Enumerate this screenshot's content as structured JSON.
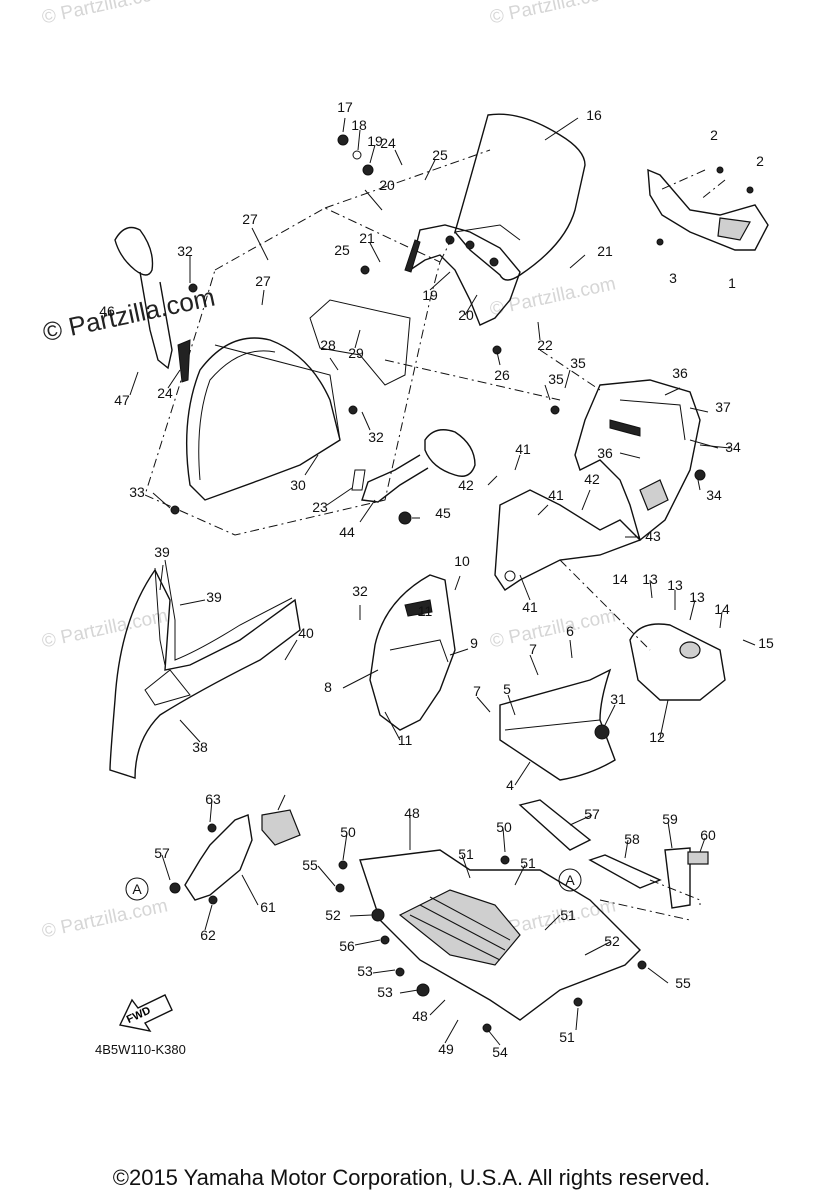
{
  "watermark": {
    "text": "© Partzilla.com",
    "text_big": "© Partzilla.com"
  },
  "diagram": {
    "code": "4B5W110-K380",
    "fwd_label": "FWD",
    "section_marker": "A"
  },
  "footer": {
    "copyright": "©2015 Yamaha Motor Corporation, U.S.A. All rights reserved."
  },
  "callouts": [
    "1",
    "2",
    "2",
    "3",
    "4",
    "5",
    "6",
    "7",
    "7",
    "8",
    "9",
    "10",
    "11",
    "11",
    "12",
    "13",
    "13",
    "13",
    "14",
    "14",
    "15",
    "16",
    "17",
    "18",
    "19",
    "19",
    "20",
    "20",
    "21",
    "21",
    "22",
    "23",
    "24",
    "24",
    "25",
    "25",
    "26",
    "27",
    "27",
    "28",
    "29",
    "30",
    "31",
    "32",
    "32",
    "32",
    "33",
    "34",
    "34",
    "35",
    "35",
    "36",
    "36",
    "37",
    "38",
    "39",
    "39",
    "40",
    "41",
    "41",
    "41",
    "42",
    "42",
    "43",
    "44",
    "45",
    "46",
    "47",
    "48",
    "48",
    "49",
    "50",
    "50",
    "51",
    "51",
    "51",
    "51",
    "52",
    "52",
    "53",
    "53",
    "54",
    "55",
    "55",
    "56",
    "57",
    "57",
    "58",
    "59",
    "60",
    "61",
    "62",
    "63"
  ]
}
